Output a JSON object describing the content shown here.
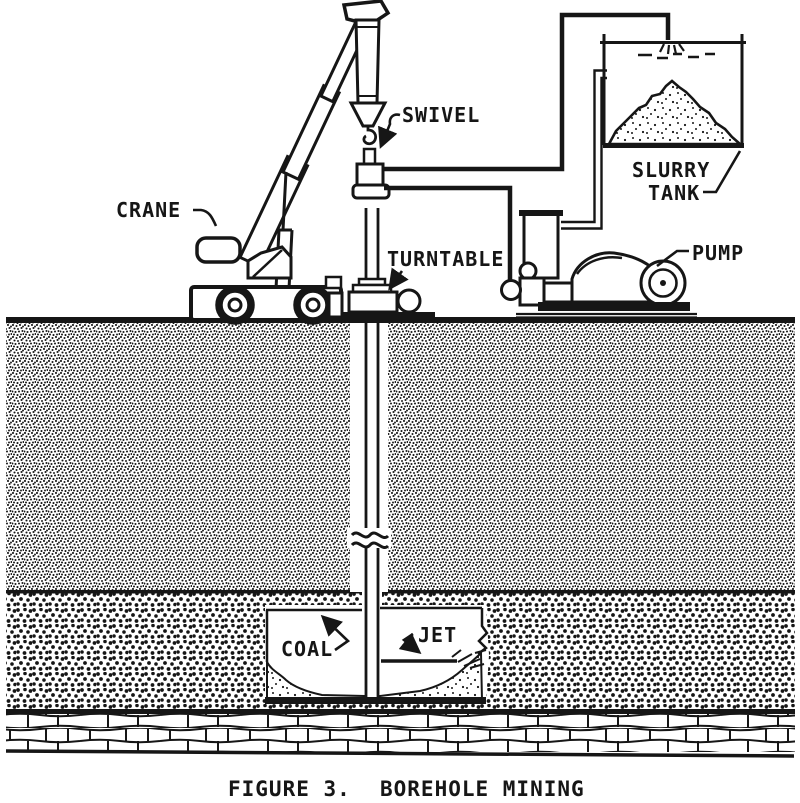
{
  "figure": {
    "type": "technical-diagram",
    "caption": {
      "prefix": "FIGURE 3.",
      "title": "BOREHOLE MINING"
    },
    "labels": {
      "crane": "CRANE",
      "swivel": "SWIVEL",
      "slurry_tank": [
        "SLURRY",
        "TANK"
      ],
      "turntable": "TURNTABLE",
      "pump": "PUMP",
      "coal": "COAL",
      "jet": "JET"
    },
    "colors": {
      "ink": "#161616",
      "paper": "#ffffff"
    }
  }
}
